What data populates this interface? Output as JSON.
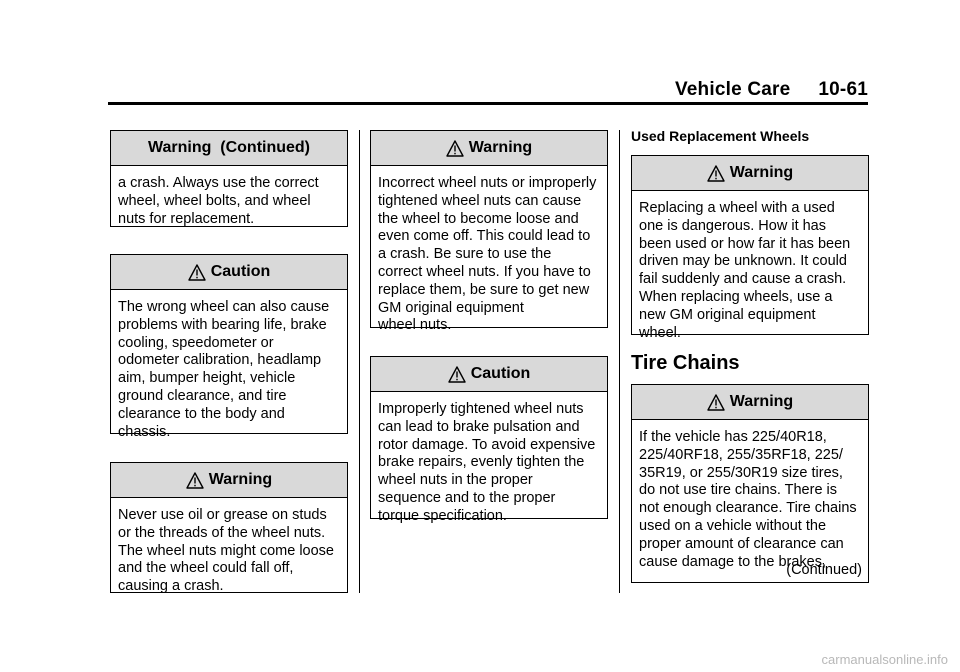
{
  "header": {
    "section": "Vehicle Care",
    "page": "10-61"
  },
  "col1": {
    "box1": {
      "title": "Warning  (Continued)",
      "body": "a crash. Always use the correct\nwheel, wheel bolts, and wheel\nnuts for replacement."
    },
    "box2": {
      "title": "Caution",
      "icon": "warning-triangle",
      "body": "The wrong wheel can also cause\nproblems with bearing life, brake\ncooling, speedometer or\nodometer calibration, headlamp\naim, bumper height, vehicle\nground clearance, and tire\nclearance to the body and\nchassis."
    },
    "box3": {
      "title": "Warning",
      "icon": "warning-triangle",
      "body": "Never use oil or grease on studs\nor the threads of the wheel nuts.\nThe wheel nuts might come loose\nand the wheel could fall off,\ncausing a crash."
    }
  },
  "col2": {
    "box1": {
      "title": "Warning",
      "icon": "warning-triangle",
      "body": "Incorrect wheel nuts or improperly\ntightened wheel nuts can cause\nthe wheel to become loose and\neven come off. This could lead to\na crash. Be sure to use the\ncorrect wheel nuts. If you have to\nreplace them, be sure to get new\nGM original equipment\nwheel nuts."
    },
    "box2": {
      "title": "Caution",
      "icon": "warning-triangle",
      "body": "Improperly tightened wheel nuts\ncan lead to brake pulsation and\nrotor damage. To avoid expensive\nbrake repairs, evenly tighten the\nwheel nuts in the proper\nsequence and to the proper\ntorque specification."
    }
  },
  "col3": {
    "subheading": "Used Replacement Wheels",
    "box1": {
      "title": "Warning",
      "icon": "warning-triangle",
      "body": "Replacing a wheel with a used\none is dangerous. How it has\nbeen used or how far it has been\ndriven may be unknown. It could\nfail suddenly and cause a crash.\nWhen replacing wheels, use a\nnew GM original equipment\nwheel."
    },
    "section_title": "Tire Chains",
    "box2": {
      "title": "Warning",
      "icon": "warning-triangle",
      "body": "If  the vehicle has 225/40R18,\n225/40RF18, 255/35RF18, 225/\n35R19, or 255/30R19 size tires,\ndo not use tire chains. There is\nnot enough clearance. Tire chains\nused on a vehicle without the\nproper amount of clearance can\ncause damage to the brakes,",
      "continued": "(Continued)"
    }
  },
  "footer": "carmanualsonline.info"
}
